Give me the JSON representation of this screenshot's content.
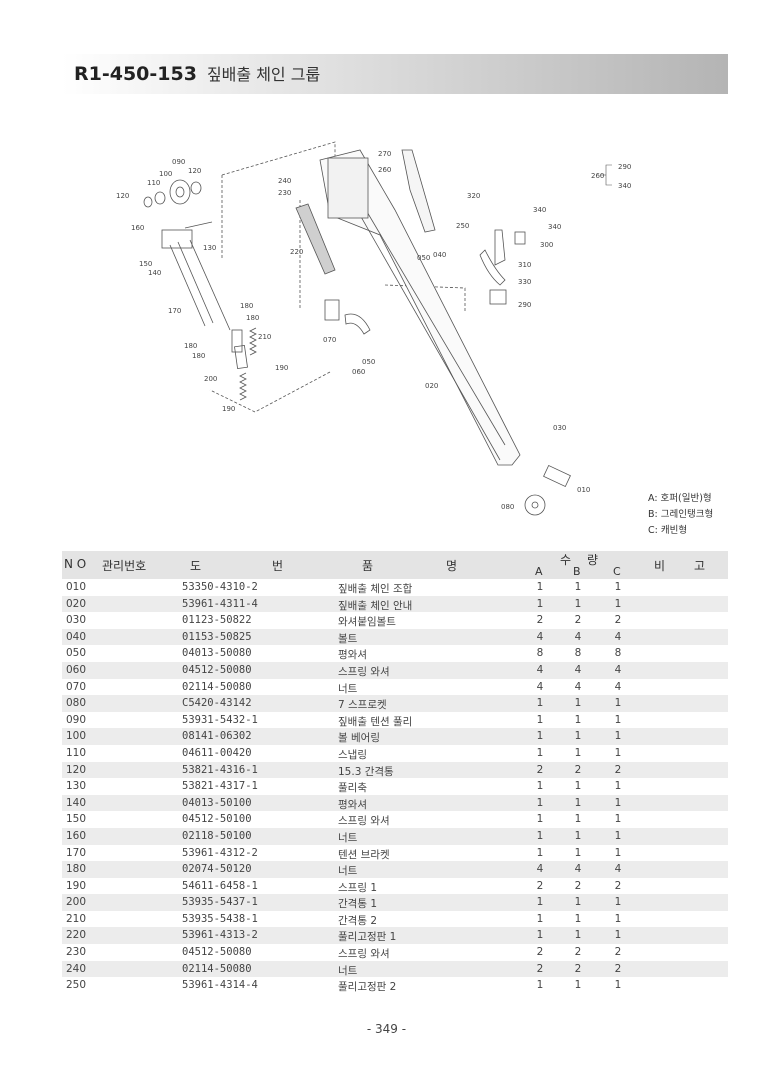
{
  "header": {
    "code": "R1-450-153",
    "title": "짚배출 체인 그룹"
  },
  "diagram": {
    "callouts": {
      "c270": "270",
      "c260": "260",
      "c240": "240",
      "c230": "230",
      "c090": "090",
      "c120a": "120",
      "c100": "100",
      "c110": "110",
      "c120b": "120",
      "c160": "160",
      "c130": "130",
      "c150": "150",
      "c140": "140",
      "c220": "220",
      "c250": "250",
      "c050a": "050",
      "c040": "040",
      "c320": "320",
      "c340a": "340",
      "c340b": "340",
      "c300": "300",
      "c310": "310",
      "c330": "330",
      "c290a": "290",
      "c260b": "260",
      "c290b": "290",
      "c340c": "340",
      "c170": "170",
      "c180a": "180",
      "c180b": "180",
      "c180c": "180",
      "c180d": "180",
      "c210": "210",
      "c190a": "190",
      "c200": "200",
      "c190b": "190",
      "c070": "070",
      "c050b": "050",
      "c060": "060",
      "c020": "020",
      "c030": "030",
      "c010": "010",
      "c080": "080"
    }
  },
  "legend": {
    "a": "A: 호퍼(일반)형",
    "b": "B: 그레인탱크형",
    "c": "C: 캐빈형"
  },
  "table": {
    "headers": {
      "no": "N O",
      "mgmt": "관리번호",
      "part_no_1": "도",
      "part_no_2": "번",
      "name_1": "품",
      "name_2": "명",
      "qty_1": "수",
      "qty_2": "량",
      "a": "A",
      "b": "B",
      "c": "C",
      "note_1": "비",
      "note_2": "고"
    },
    "rows": [
      {
        "no": "010",
        "part": "53350-4310-2",
        "name": "짚배출 체인 조합",
        "a": "1",
        "b": "1",
        "c": "1"
      },
      {
        "no": "020",
        "part": "53961-4311-4",
        "name": "짚배출 체인 안내",
        "a": "1",
        "b": "1",
        "c": "1"
      },
      {
        "no": "030",
        "part": "01123-50822",
        "name": "와셔붙임볼트",
        "a": "2",
        "b": "2",
        "c": "2"
      },
      {
        "no": "040",
        "part": "01153-50825",
        "name": "볼트",
        "a": "4",
        "b": "4",
        "c": "4"
      },
      {
        "no": "050",
        "part": "04013-50080",
        "name": "평와셔",
        "a": "8",
        "b": "8",
        "c": "8"
      },
      {
        "no": "060",
        "part": "04512-50080",
        "name": "스프링 와셔",
        "a": "4",
        "b": "4",
        "c": "4"
      },
      {
        "no": "070",
        "part": "02114-50080",
        "name": "너트",
        "a": "4",
        "b": "4",
        "c": "4"
      },
      {
        "no": "080",
        "part": "C5420-43142",
        "name": "7 스프로켓",
        "a": "1",
        "b": "1",
        "c": "1"
      },
      {
        "no": "090",
        "part": "53931-5432-1",
        "name": "짚배출 텐션 풀리",
        "a": "1",
        "b": "1",
        "c": "1"
      },
      {
        "no": "100",
        "part": "08141-06302",
        "name": "볼 베어링",
        "a": "1",
        "b": "1",
        "c": "1"
      },
      {
        "no": "110",
        "part": "04611-00420",
        "name": "스냅링",
        "a": "1",
        "b": "1",
        "c": "1"
      },
      {
        "no": "120",
        "part": "53821-4316-1",
        "name": "15.3 간격통",
        "a": "2",
        "b": "2",
        "c": "2"
      },
      {
        "no": "130",
        "part": "53821-4317-1",
        "name": "풀리축",
        "a": "1",
        "b": "1",
        "c": "1"
      },
      {
        "no": "140",
        "part": "04013-50100",
        "name": "평와셔",
        "a": "1",
        "b": "1",
        "c": "1"
      },
      {
        "no": "150",
        "part": "04512-50100",
        "name": "스프링 와셔",
        "a": "1",
        "b": "1",
        "c": "1"
      },
      {
        "no": "160",
        "part": "02118-50100",
        "name": "너트",
        "a": "1",
        "b": "1",
        "c": "1"
      },
      {
        "no": "170",
        "part": "53961-4312-2",
        "name": "텐션 브라켓",
        "a": "1",
        "b": "1",
        "c": "1"
      },
      {
        "no": "180",
        "part": "02074-50120",
        "name": "너트",
        "a": "4",
        "b": "4",
        "c": "4"
      },
      {
        "no": "190",
        "part": "54611-6458-1",
        "name": "스프링 1",
        "a": "2",
        "b": "2",
        "c": "2"
      },
      {
        "no": "200",
        "part": "53935-5437-1",
        "name": "간격통 1",
        "a": "1",
        "b": "1",
        "c": "1"
      },
      {
        "no": "210",
        "part": "53935-5438-1",
        "name": "간격통 2",
        "a": "1",
        "b": "1",
        "c": "1"
      },
      {
        "no": "220",
        "part": "53961-4313-2",
        "name": "풀리고정판 1",
        "a": "1",
        "b": "1",
        "c": "1"
      },
      {
        "no": "230",
        "part": "04512-50080",
        "name": "스프링 와셔",
        "a": "2",
        "b": "2",
        "c": "2"
      },
      {
        "no": "240",
        "part": "02114-50080",
        "name": "너트",
        "a": "2",
        "b": "2",
        "c": "2"
      },
      {
        "no": "250",
        "part": "53961-4314-4",
        "name": "풀리고정판 2",
        "a": "1",
        "b": "1",
        "c": "1"
      }
    ]
  },
  "footer": {
    "page_number": "- 349 -"
  }
}
